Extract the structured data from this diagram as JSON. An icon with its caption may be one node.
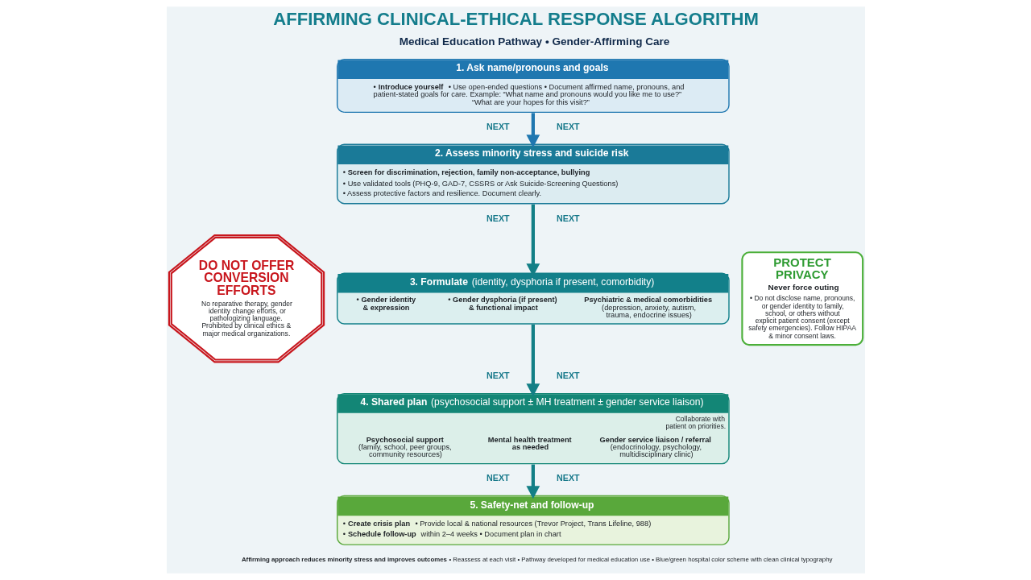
{
  "diagram": {
    "title": "AFFIRMING CLINICAL-ETHICAL RESPONSE ALGORITHM",
    "nodes": [
      {
        "text": [
          "1. Ask name/pronouns and goals",
          "• **Introduce yourself** • Use open-ended questions • Document affirmed name, pronouns, and patient-stated goals for care. Example: “What name and pronouns would you like me to use?” “What are your hopes for this visit?”"
        ]
      },
      {
        "text": [
          "2. Assess minority stress and suicide risk",
          "• Screen for discrimination, rejection, family non-acceptance, bullying",
          "• Use validated tools (PHQ-9, GAD-7, CSSRS or Ask Suicide-Screening Questions)",
          "• Assess protective factors and resilience. Document clearly."
        ]
      },
      {
        "text": [
          "**3. Formulate** (identity, dysphoria if present, comorbidity)",
          "• Gender identity & expression",
          "• Gender dysphoria (if present) & functional impact",
          "**Psychiatric & medical comorbidities** (depression, anxiety, autism, trauma, endocrine issues)"
        ]
      },
      {
        "text": [
          "**4. Shared plan** (psychosocial support ± MH treatment ± gender service liaison)",
          "Collaborate with patient on priorities.",
          "**Psychosocial support** (family, school, peer groups, community resources)",
          "Mental health treatment as needed",
          "**Gender service liaison / referral** (endocrinology, psychology, multidisciplinary clinic)"
        ]
      },
      {
        "text": [
          "5. Safety-net and follow-up",
          "• **Create crisis plan** • Provide local & national resources (Trevor Project, Trans Lifeline, 988)",
          "• **Schedule follow-up** within 2–4 weeks • Document plan in chart"
        ]
      },
      {
        "text": [
          "DO NOT OFFER CONVERSION EFFORTS",
          "No reparative therapy, gender identity change efforts, or pathologizing language. Prohibited by clinical ethics & major medical organizations."
        ]
      },
      {
        "text": [
          "PROTECT PRIVACY",
          "Never force outing",
          "• Do not disclose name, pronouns, or gender identity to family, school, or others without explicit patient consent (except safety emergencies). Follow HIPAA & minor consent laws."
        ]
      }
    ],
    "edges": [
      {
        "from": 0,
        "to": 1,
        "arrow": "to",
        "color": "#1f77b0"
      },
      {
        "from": 1,
        "to": 2,
        "arrow": "to"
      },
      {
        "from": 2,
        "to": 3,
        "arrow": "to"
      },
      {
        "from": 3,
        "to": 4,
        "arrow": "to"
      }
    ],
    "labels": [
      "Medical Education Pathway • Gender-Affirming Care",
      "NEXT",
      "NEXT",
      "NEXT",
      "NEXT",
      "NEXT",
      "NEXT",
      "NEXT",
      "NEXT",
      "**Affirming approach reduces minority stress and improves outcomes** • Reassess at each visit • Pathway developed for medical education use • Blue/green hospital color scheme with clean clinical typography"
    ]
  }
}
